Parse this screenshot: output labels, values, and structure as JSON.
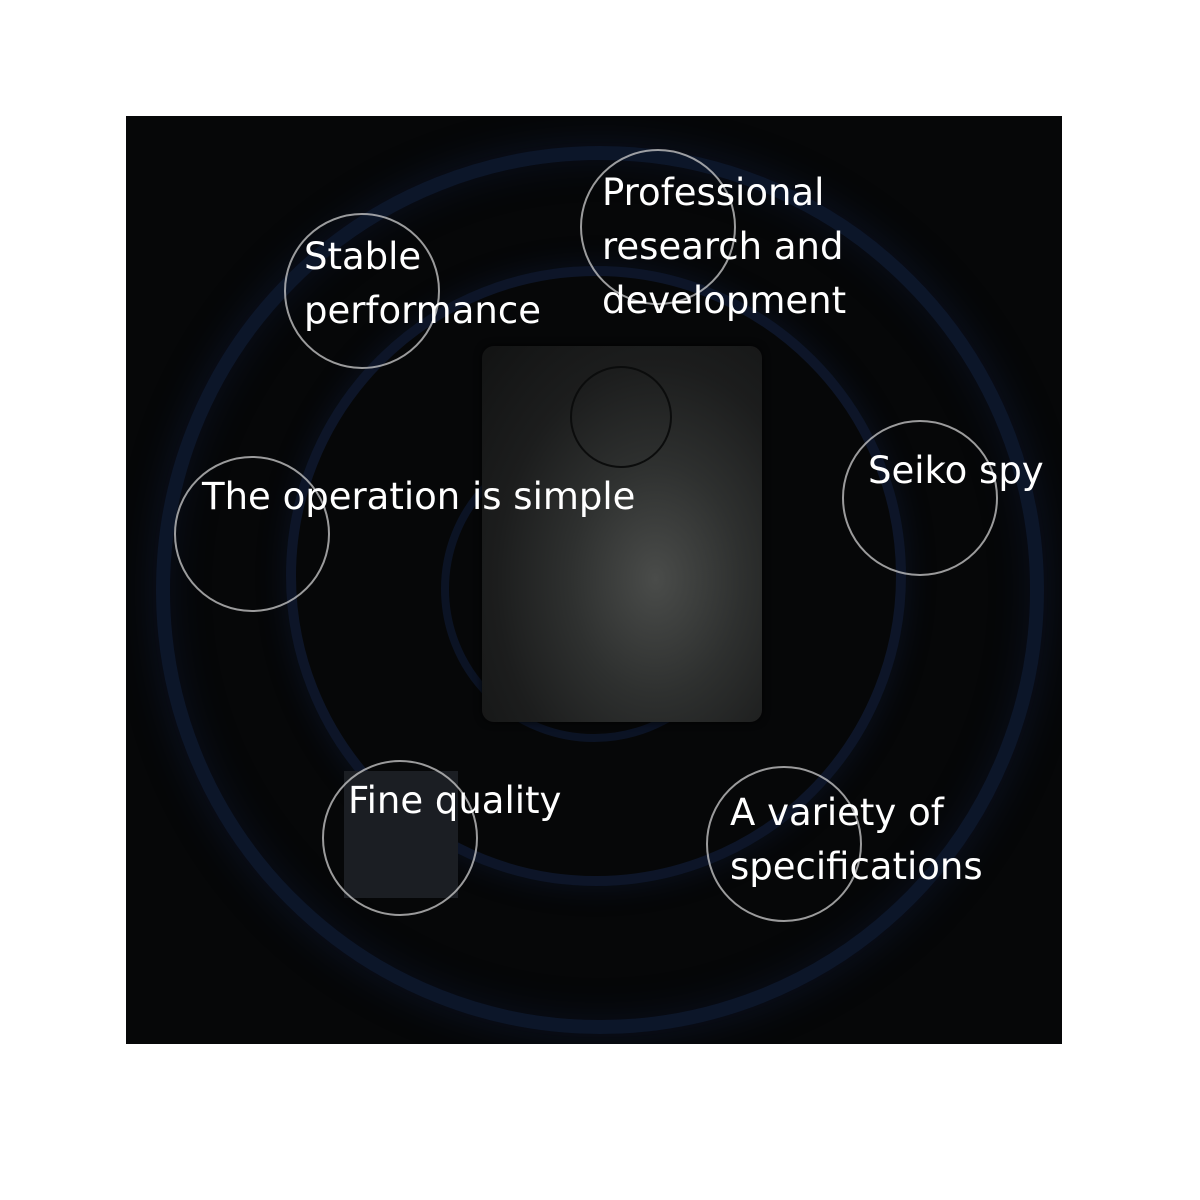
{
  "features": {
    "stable": "Stable\nperformance",
    "rnd": "Professional\nresearch and\ndevelopment",
    "simple": "The operation is simple",
    "seiko": "Seiko spy",
    "quality": "Fine quality",
    "variety": "A variety of\nspecifications"
  },
  "colors": {
    "panel_background": "#060708",
    "text": "#ffffff",
    "circle_outline": "#cdcdcd",
    "ring_glow": "#122246"
  }
}
